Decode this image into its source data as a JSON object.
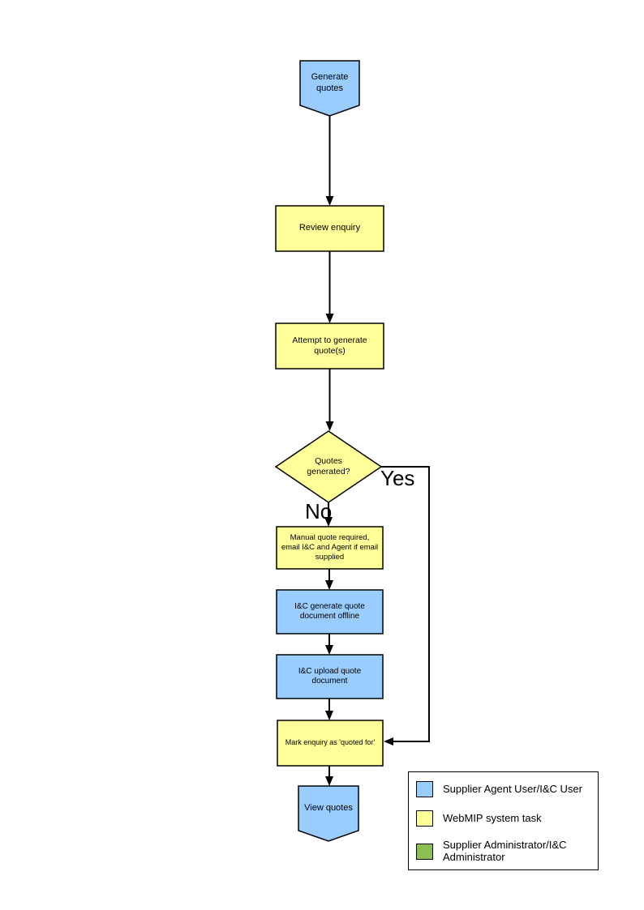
{
  "flowchart": {
    "start": {
      "label": "Generate quotes"
    },
    "review_enquiry": {
      "label": "Review enquiry"
    },
    "attempt_generate": {
      "label": "Attempt to generate quote(s)"
    },
    "quotes_generated": {
      "label": "Quotes generated?"
    },
    "manual_quote": {
      "label": "Manual quote required, email I&C and Agent if email supplied"
    },
    "ic_generate": {
      "label": "I&C generate quote document offline"
    },
    "ic_upload": {
      "label": "I&C upload quote document"
    },
    "mark_quoted": {
      "label": "Mark enquiry as 'quoted for'"
    },
    "view_quotes": {
      "label": "View quotes"
    },
    "branch_labels": {
      "yes": "Yes",
      "no": "No"
    }
  },
  "colors": {
    "user_task": "#99CCFF",
    "system_task": "#FFFF99",
    "admin_task": "#8DBE53",
    "line": "#000000"
  },
  "legend": {
    "items": [
      {
        "color": "#99CCFF",
        "label": "Supplier Agent User/I&C User"
      },
      {
        "color": "#FFFF99",
        "label": "WebMIP system task"
      },
      {
        "color": "#8DBE53",
        "label": "Supplier Administrator/I&C Administrator"
      }
    ]
  }
}
